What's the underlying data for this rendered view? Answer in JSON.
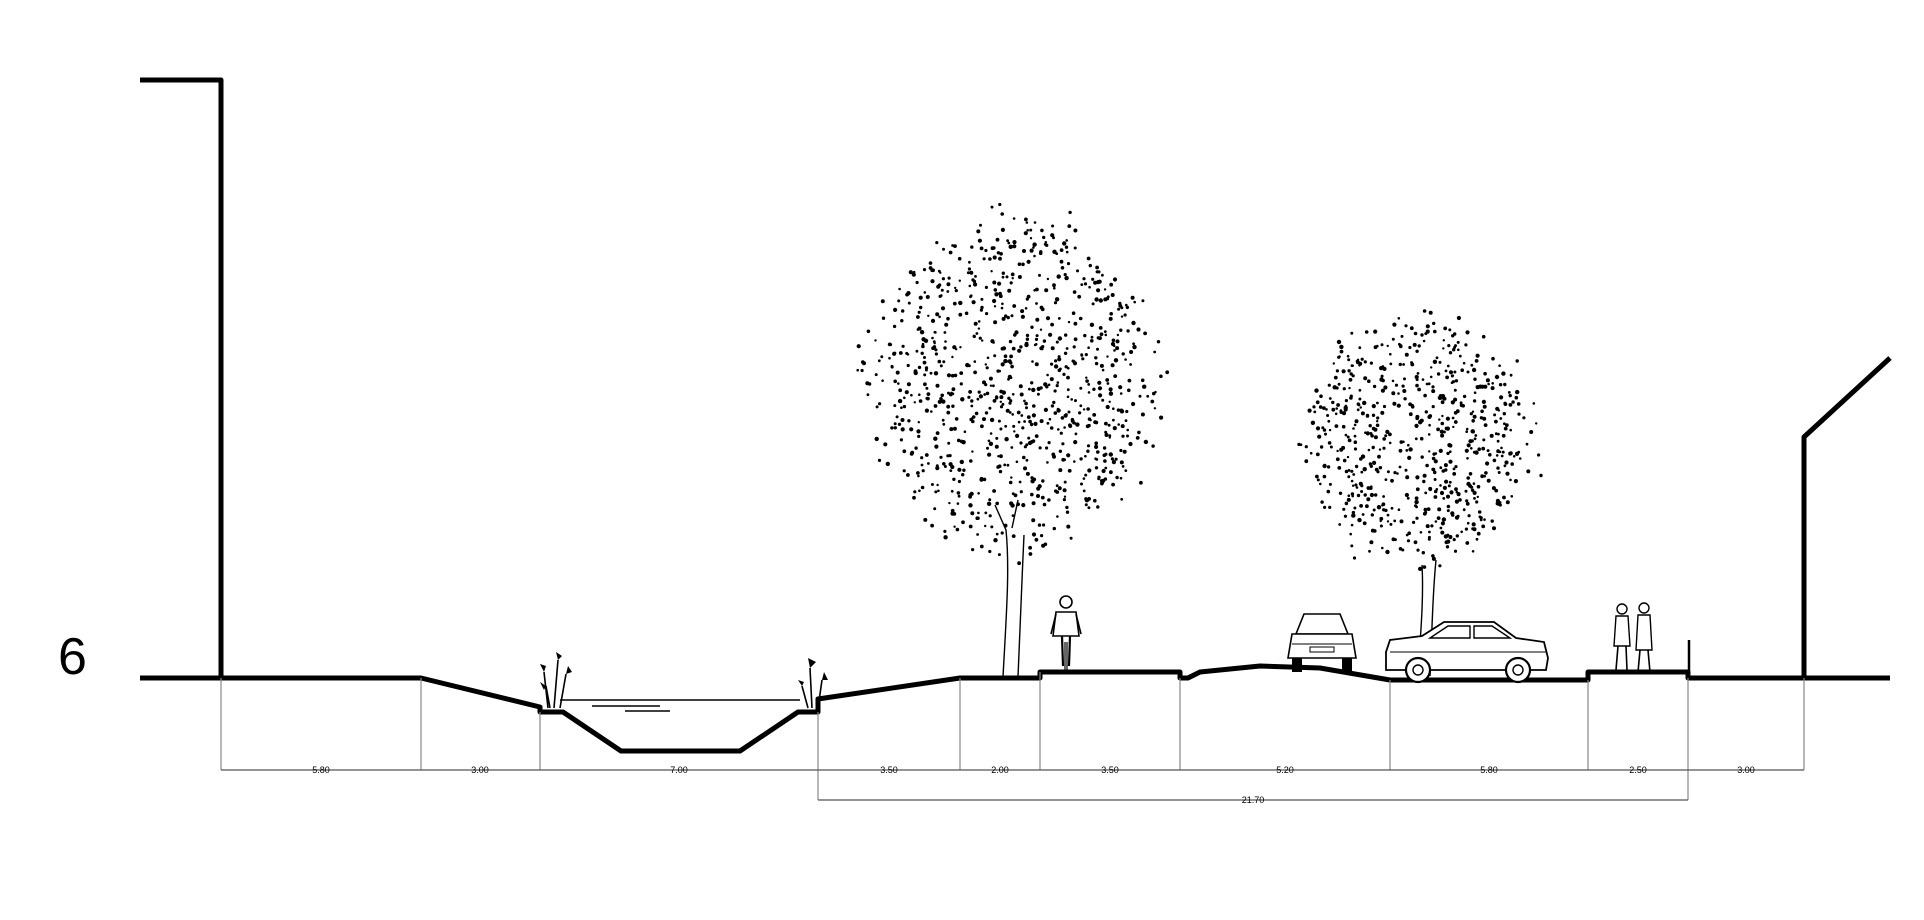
{
  "section": {
    "label": "6"
  },
  "dimensions": {
    "primary": [
      "5.80",
      "3.00",
      "7.00",
      "3.50",
      "2.00",
      "3.50",
      "5.20",
      "5.80",
      "2.50",
      "3.00"
    ],
    "overall": "21.70"
  },
  "colors": {
    "ink": "#000000",
    "guide": "#888888",
    "background": "#ffffff"
  },
  "figures": [
    "tree-large",
    "tree-medium",
    "cyclist",
    "car-front",
    "car-side",
    "pedestrians",
    "reeds-left",
    "reeds-right",
    "bollard",
    "water-line"
  ]
}
